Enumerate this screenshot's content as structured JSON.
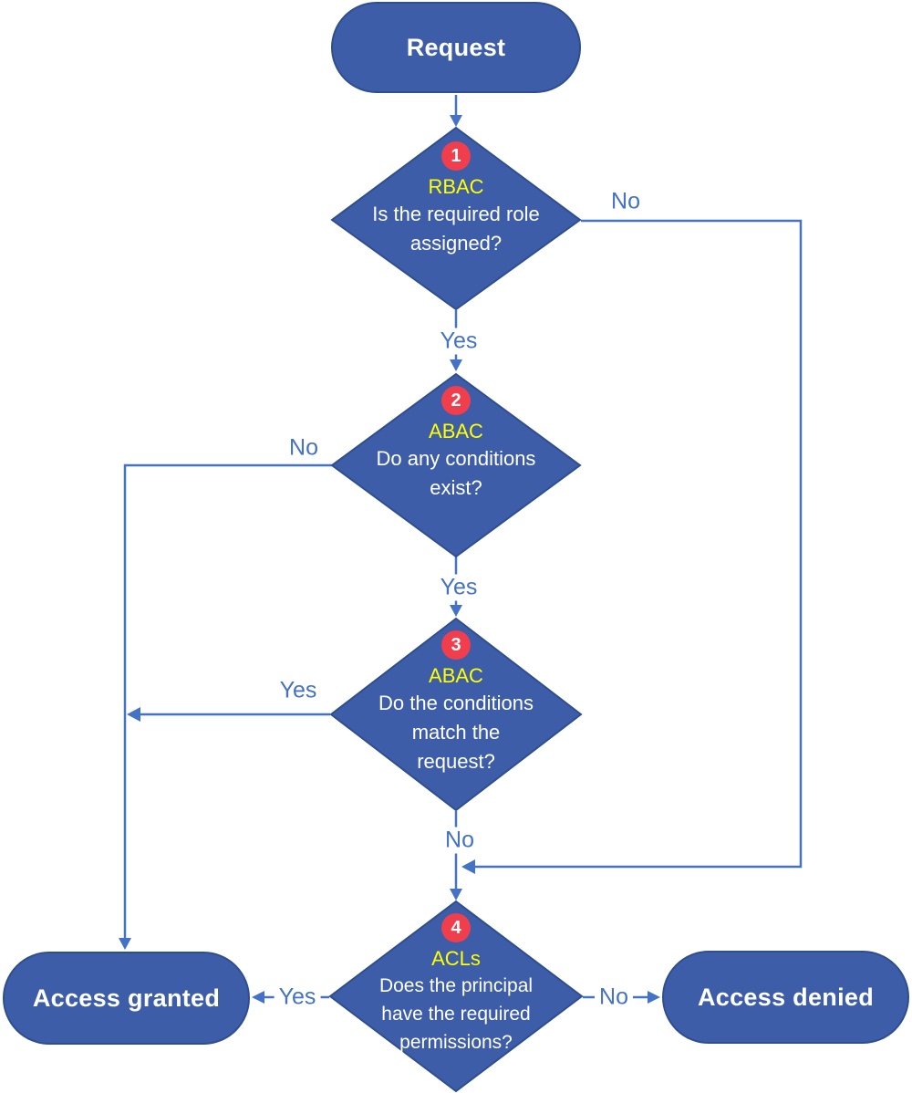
{
  "theme": {
    "shape_fill": "#3D5DA8",
    "shape_stroke": "#2F4E8F",
    "connector": "#4472C4",
    "label_text": "#4472C4",
    "tag_color": "#FFFF00",
    "badge_color": "#F03E4C",
    "node_text": "#FFFFFF",
    "background": "#FFFFFF"
  },
  "nodes": {
    "request": {
      "label": "Request"
    },
    "d1": {
      "badge": "1",
      "tag": "RBAC",
      "lines": [
        "Is the required role",
        "assigned?"
      ]
    },
    "d2": {
      "badge": "2",
      "tag": "ABAC",
      "lines": [
        "Do any conditions",
        "exist?"
      ]
    },
    "d3": {
      "badge": "3",
      "tag": "ABAC",
      "lines": [
        "Do the conditions",
        "match the",
        "request?"
      ]
    },
    "d4": {
      "badge": "4",
      "tag": "ACLs",
      "lines": [
        "Does the principal",
        "have the required",
        "permissions?"
      ]
    },
    "granted": {
      "label": "Access granted"
    },
    "denied": {
      "label": "Access denied"
    }
  },
  "edges": {
    "d1_no": {
      "label": "No"
    },
    "d1_yes": {
      "label": "Yes"
    },
    "d2_no": {
      "label": "No"
    },
    "d2_yes": {
      "label": "Yes"
    },
    "d3_yes": {
      "label": "Yes"
    },
    "d3_no": {
      "label": "No"
    },
    "d4_yes": {
      "label": "Yes"
    },
    "d4_no": {
      "label": "No"
    }
  }
}
